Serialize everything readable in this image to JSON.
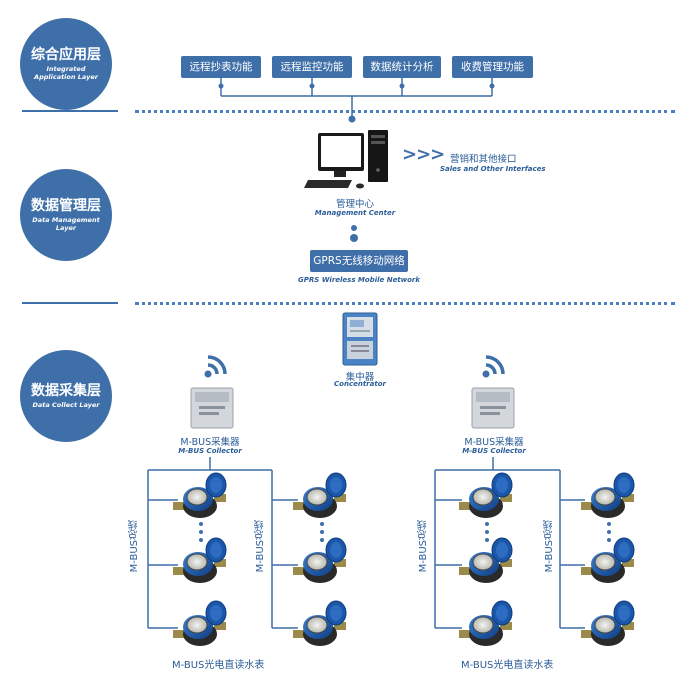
{
  "layers": [
    {
      "cn": "综合应用层",
      "en": "Integrated Application Layer"
    },
    {
      "cn": "数据管理层",
      "en": "Data Management Layer"
    },
    {
      "cn": "数据采集层",
      "en": "Data Collect Layer"
    }
  ],
  "functions": [
    "远程抄表功能",
    "远程监控功能",
    "数据统计分析",
    "收费管理功能"
  ],
  "management": {
    "cn": "管理中心",
    "en": "Management Center"
  },
  "sales": {
    "arrows": ">>>",
    "cn": "营销和其他接口",
    "en": "Sales and Other Interfaces"
  },
  "gprs": {
    "cn": "GPRS无线移动网络",
    "en": "GPRS Wireless Mobile Network"
  },
  "concentrator": {
    "cn": "集中器",
    "en": "Concentrator"
  },
  "collector": {
    "cn": "M-BUS采集器",
    "en": "M-BUS Collector"
  },
  "bus_label": "M-BUS总线",
  "meters_label": "M-BUS光电直读水表",
  "colors": {
    "primary": "#3f6fa8",
    "text": "#2a5d98"
  }
}
